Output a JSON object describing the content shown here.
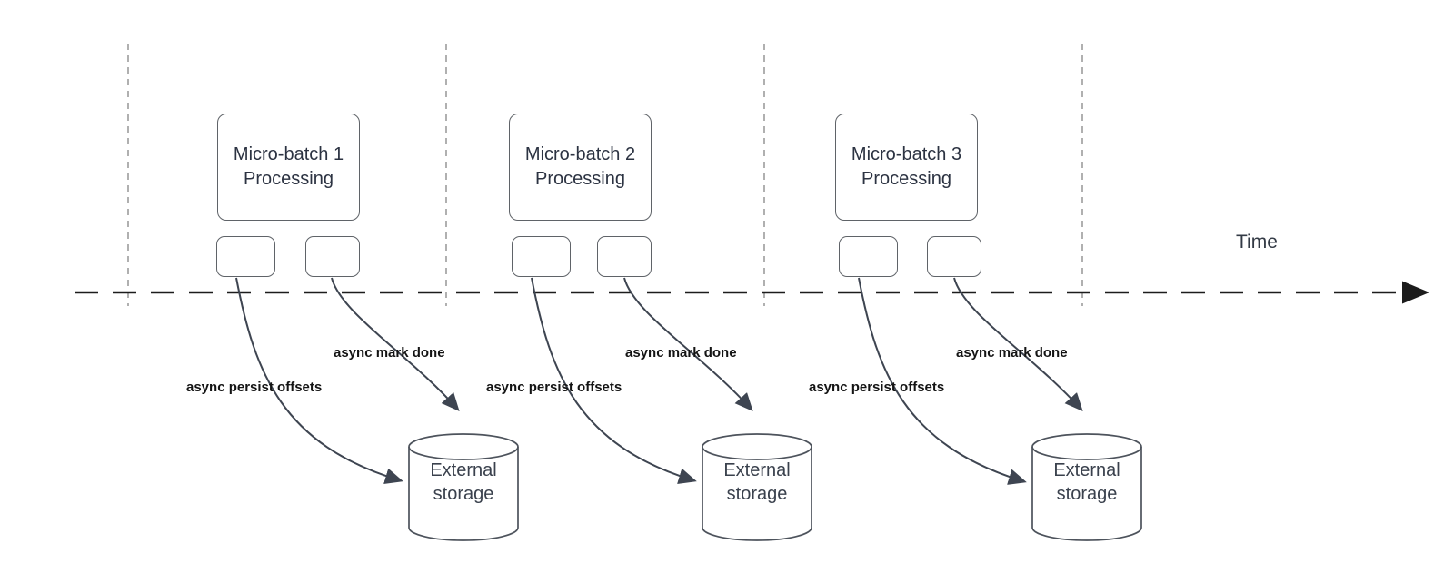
{
  "diagram": {
    "timeline_label": "Time",
    "groups": [
      {
        "title_line1": "Micro-batch 1",
        "title_line2": "Processing",
        "persist_label": "async persist offsets",
        "done_label": "async mark done",
        "storage_line1": "External",
        "storage_line2": "storage"
      },
      {
        "title_line1": "Micro-batch 2",
        "title_line2": "Processing",
        "persist_label": "async persist offsets",
        "done_label": "async mark done",
        "storage_line1": "External",
        "storage_line2": "storage"
      },
      {
        "title_line1": "Micro-batch 3",
        "title_line2": "Processing",
        "persist_label": "async persist offsets",
        "done_label": "async mark done",
        "storage_line1": "External",
        "storage_line2": "storage"
      }
    ],
    "colors": {
      "shape_stroke": "#5f6368",
      "arrow_stroke": "#3e4551",
      "timeline_stroke": "#1c1c1c",
      "boundary_stroke": "#b0b0b0",
      "title_text": "#2c3342",
      "label_text": "#141414"
    }
  }
}
